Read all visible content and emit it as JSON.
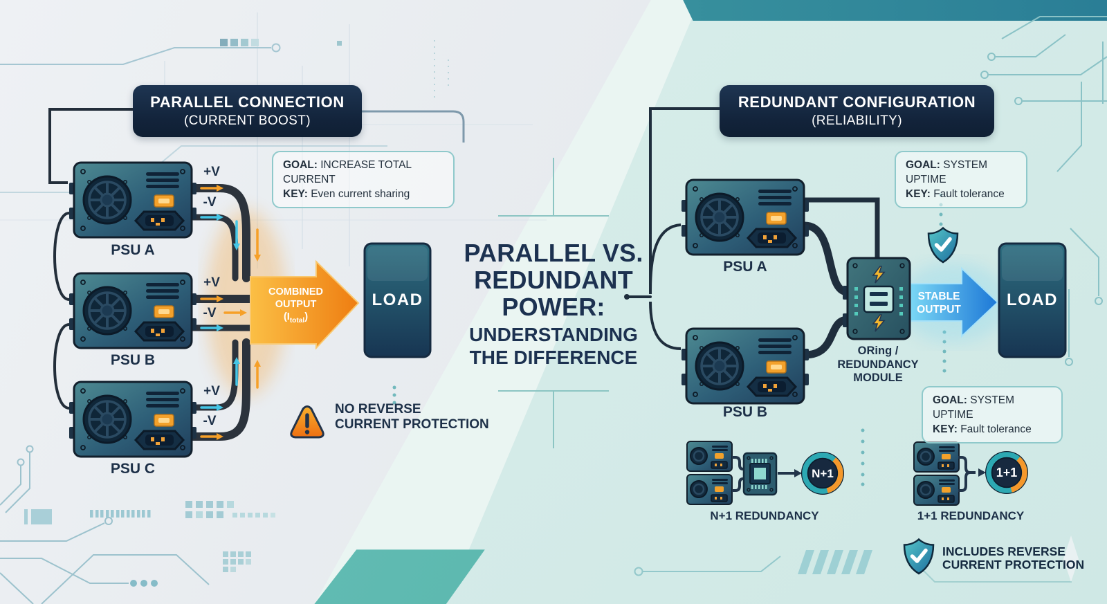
{
  "center_title": {
    "line1": "PARALLEL VS.",
    "line2": "REDUNDANT",
    "line3": "POWER:",
    "line4": "UNDERSTANDING",
    "line5": "THE DIFFERENCE"
  },
  "left": {
    "header": {
      "title": "PARALLEL CONNECTION",
      "subtitle": "(CURRENT BOOST)"
    },
    "goal_box": {
      "goal_label": "GOAL:",
      "goal_value": " INCREASE TOTAL CURRENT",
      "key_label": "KEY:",
      "key_value": " Even current sharing"
    },
    "psus": [
      {
        "label": "PSU A"
      },
      {
        "label": "PSU B"
      },
      {
        "label": "PSU C"
      }
    ],
    "terminal_labels": {
      "positive": "+V",
      "negative": "-V"
    },
    "output_arrow": {
      "line1": "COMBINED",
      "line2": "OUTPUT",
      "line3_pre": "(I",
      "line3_sub": "total",
      "line3_post": ")"
    },
    "load_label": "LOAD",
    "warning": {
      "line1": "NO REVERSE",
      "line2": "CURRENT PROTECTION"
    }
  },
  "right": {
    "header": {
      "title": "REDUNDANT CONFIGURATION",
      "subtitle": "(RELIABILITY)"
    },
    "goal_box_top": {
      "goal_label": "GOAL:",
      "goal_value": " SYSTEM UPTIME",
      "key_label": "KEY:",
      "key_value": " Fault tolerance"
    },
    "goal_box_bottom": {
      "goal_label": "GOAL:",
      "goal_value": " SYSTEM UPTIME",
      "key_label": "KEY:",
      "key_value": " Fault tolerance"
    },
    "psus": [
      {
        "label": "PSU A"
      },
      {
        "label": "PSU B"
      }
    ],
    "oring_module": {
      "line1": "ORing /",
      "line2": "REDUNDANCY",
      "line3": "MODULE"
    },
    "output_arrow": {
      "line1": "STABLE",
      "line2": "OUTPUT"
    },
    "load_label": "LOAD",
    "redundancy_schemes": [
      {
        "badge": "N+1",
        "label": "N+1 REDUNDANCY"
      },
      {
        "badge": "1+1",
        "label": "1+1 REDUNDANCY"
      }
    ],
    "protection_note": {
      "line1": "INCLUDES REVERSE",
      "line2": "CURRENT PROTECTION"
    }
  },
  "colors": {
    "navy": "#16283f",
    "teal": "#2fa9b5",
    "orange": "#f59a28",
    "cyan": "#45c6e6",
    "blue": "#1d7bd4",
    "mint_bg": "#d6ece9",
    "gray_bg": "#e9edf1"
  }
}
